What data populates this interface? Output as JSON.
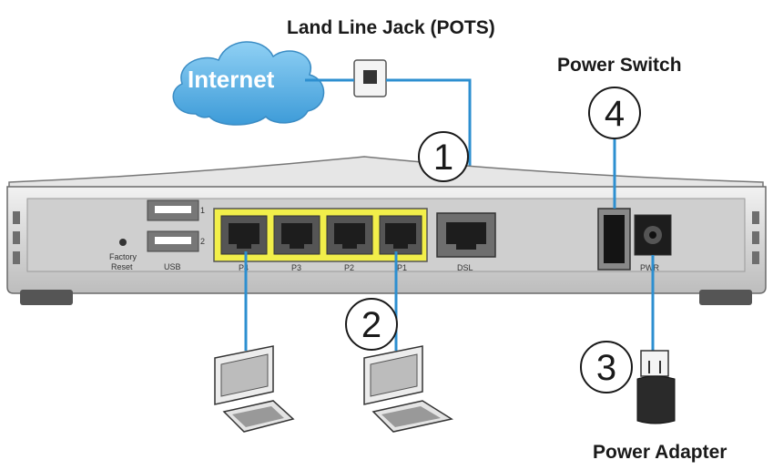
{
  "diagram": {
    "labels": {
      "landline": "Land Line Jack (POTS)",
      "internet": "Internet",
      "power_switch": "Power Switch",
      "power_adapter": "Power Adapter"
    },
    "ports": {
      "factory_reset_line1": "Factory",
      "factory_reset_line2": "Reset",
      "usb": "USB",
      "usb1": "1",
      "usb2": "2",
      "p4": "P4",
      "p3": "P3",
      "p2": "P2",
      "p1": "P1",
      "dsl": "DSL",
      "pwr": "PWR"
    },
    "steps": [
      "1",
      "2",
      "3",
      "4"
    ],
    "colors": {
      "cable": "#2d8fd0",
      "lan_block": "#f2ef4a",
      "cloud": "#5ab4e8",
      "router_body": "#d8d8d8"
    }
  }
}
